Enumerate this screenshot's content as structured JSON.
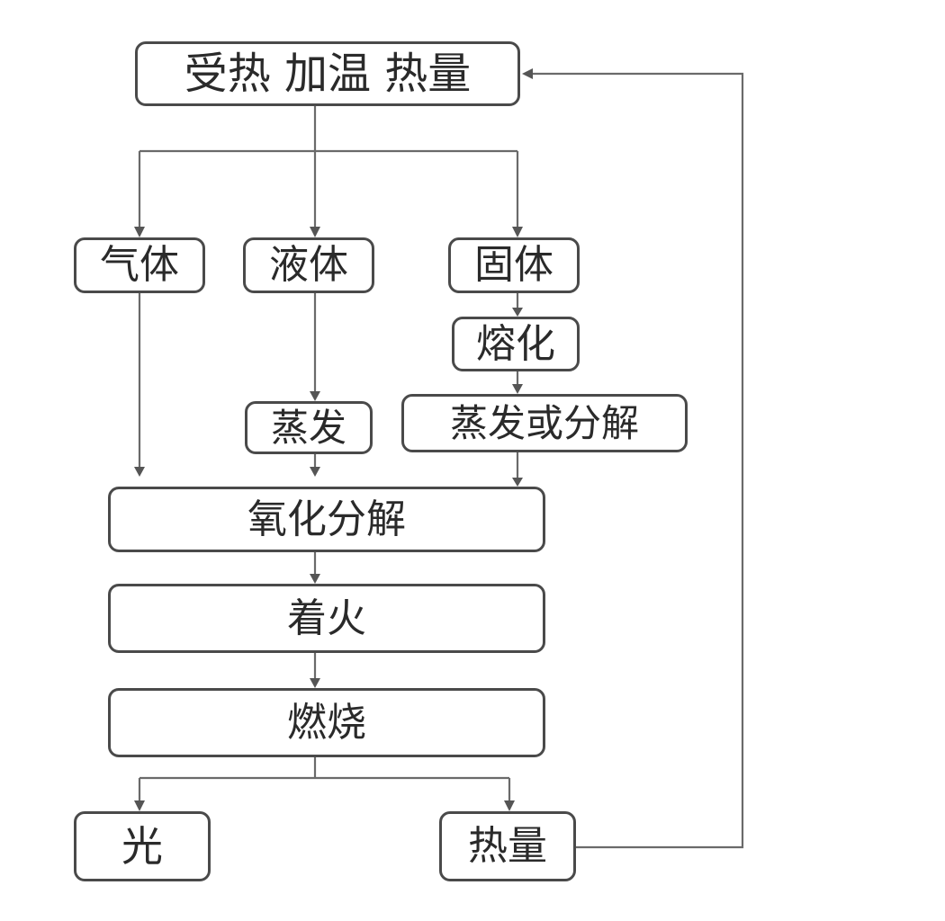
{
  "nodes": {
    "heating": "受热 加温 热量",
    "gas": "气体",
    "liquid": "液体",
    "solid": "固体",
    "melting": "熔化",
    "evaporation": "蒸发",
    "evaporation_or_decomposition": "蒸发或分解",
    "oxidative_decomposition": "氧化分解",
    "ignition": "着火",
    "combustion": "燃烧",
    "light": "光",
    "heat": "热量"
  },
  "colors": {
    "box_border": "#4a4a4a",
    "line": "#6a6a6a",
    "text": "#2a2a2a",
    "background": "#ffffff"
  }
}
